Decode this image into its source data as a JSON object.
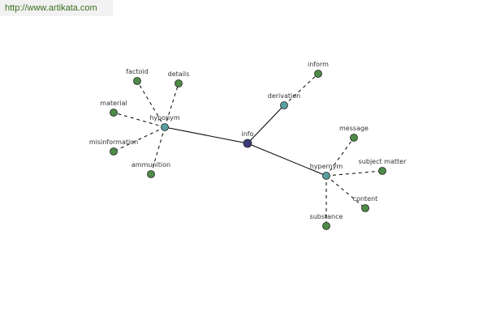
{
  "watermark": {
    "url": "http://www.artikata.com"
  },
  "colors": {
    "center_node": "#3b3b7a",
    "relation_node": "#5a9ea0",
    "leaf_node": "#4e8a48",
    "edge": "#000000",
    "text": "#333333",
    "watermark_text": "#3a6e1e"
  },
  "graph": {
    "center": {
      "label": "info"
    },
    "relations": [
      {
        "label": "hyponym",
        "leaves": [
          "factoid",
          "details",
          "material",
          "misinformation",
          "ammunition"
        ]
      },
      {
        "label": "derivation",
        "leaves": [
          "inform"
        ]
      },
      {
        "label": "hypernym",
        "leaves": [
          "message",
          "subject matter",
          "content",
          "substance"
        ]
      }
    ]
  }
}
